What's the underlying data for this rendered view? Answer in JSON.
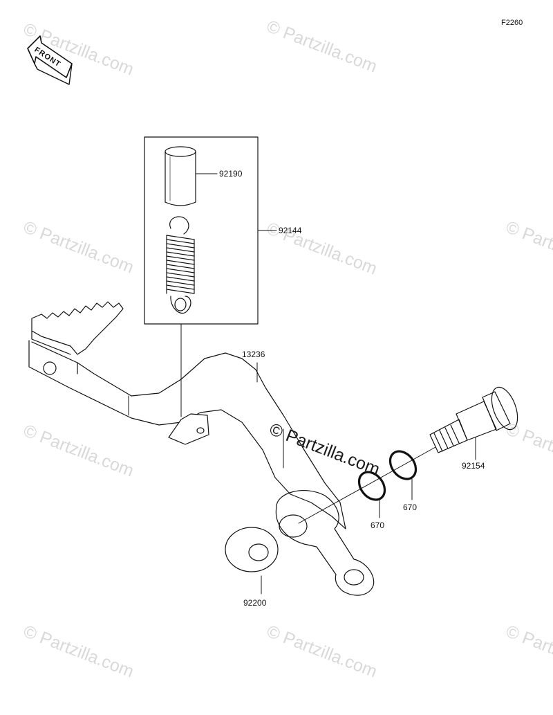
{
  "figure_code": "F2260",
  "front_label": "FRONT",
  "watermark": "© Partzilla.com",
  "parts": [
    {
      "number": "92190",
      "name": "collar"
    },
    {
      "number": "92144",
      "name": "spring"
    },
    {
      "number": "13236",
      "name": "brake-pedal"
    },
    {
      "number": "92154",
      "name": "bolt"
    },
    {
      "number": "670",
      "name": "o-ring-outer"
    },
    {
      "number": "670",
      "name": "o-ring-inner"
    },
    {
      "number": "92200",
      "name": "washer"
    }
  ]
}
